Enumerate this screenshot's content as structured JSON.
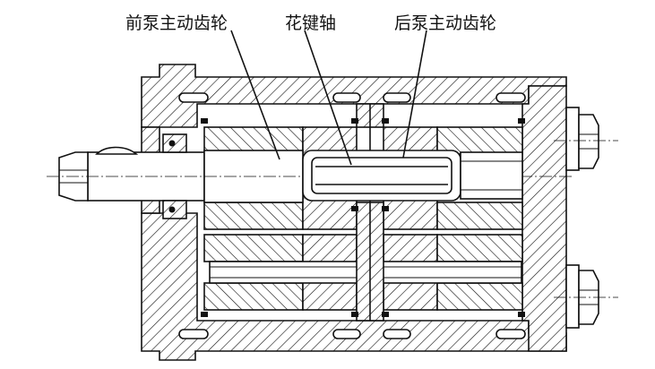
{
  "labels": {
    "front_drive_gear": "前泵主动齿轮",
    "spline_shaft": "花键轴",
    "rear_drive_gear": "后泵主动齿轮"
  }
}
